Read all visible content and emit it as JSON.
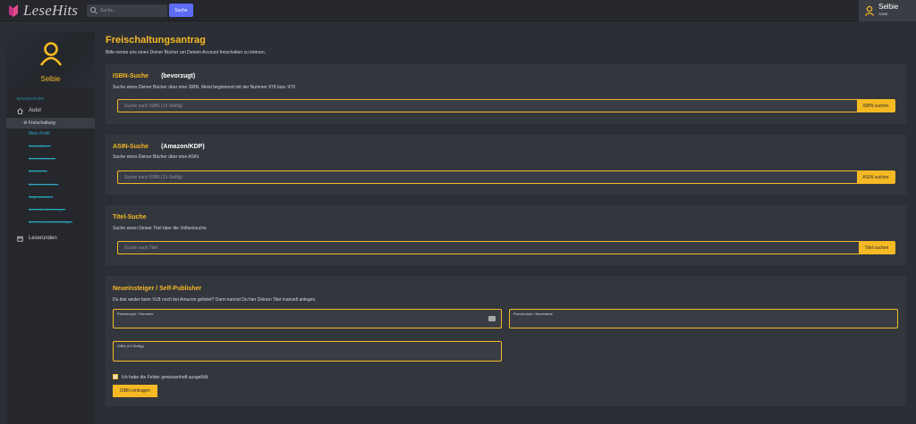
{
  "app": {
    "name": "LeseHits"
  },
  "header": {
    "search_placeholder": "Suche...",
    "search_button": "Suche",
    "user_name": "Selbie",
    "user_role": "Autor"
  },
  "sidebar": {
    "profile_name": "Selbie",
    "nav_label": "NAVIGATION",
    "autor": "Autor",
    "freischaltung": "⚙ Freischaltung",
    "mein_profil": "Mein Profil",
    "struck_items": [
      "Meine Bücher",
      "Meine Buchtexte",
      "Meine Infos",
      "Meine Leserunden",
      "Abgeschlossen",
      "Meine Beschreibungen",
      "Meine Leserundenanfragen"
    ],
    "leserunden": "Leserunden"
  },
  "page": {
    "title": "Freischaltungsantrag",
    "description": "Bitte nenne uns eines Deiner Bücher um Deinen Account freischalten zu können."
  },
  "isbn": {
    "title": "ISBN-Suche",
    "tag": "(bevorzugt)",
    "desc": "Suche eines Deiner Bücher über eine ISBN. Meist beginnend mit der Nummer 978 bzw. 979",
    "placeholder": "Suche nach ISBN (13-Stellig)",
    "button": "ISBN suchen"
  },
  "asin": {
    "title": "ASIN-Suche",
    "tag": "(Amazon/KDP)",
    "desc": "Suche eines Deiner Bücher über eine ASIN.",
    "placeholder": "Suche nach ISBN (13-Stellig)",
    "button": "ASIN suchen"
  },
  "titel": {
    "title": "Titel-Suche",
    "desc": "Suche einen Deiner Titel über die Volltextsuche",
    "placeholder": "Suche nach Titel",
    "button": "Titel suchen"
  },
  "neu": {
    "title": "Neueinsteiger / Self-Publisher",
    "desc": "Du bist weder beim VLB noch bei Amazon gelistet? Dann kannst Du hier Deinen Titel manuell anlegen.",
    "field1": "Pseudonym / Vorname",
    "field2": "Pseudonym / Nachname",
    "field3": "ISBN (13-Stellig)",
    "checkbox": "Ich habe die Felder gewissenhaft ausgefüllt.",
    "button": "ISBN eintragen"
  },
  "colors": {
    "accent": "#f5b924",
    "link": "#2ba7c0",
    "search_button": "#5d6cf2"
  }
}
